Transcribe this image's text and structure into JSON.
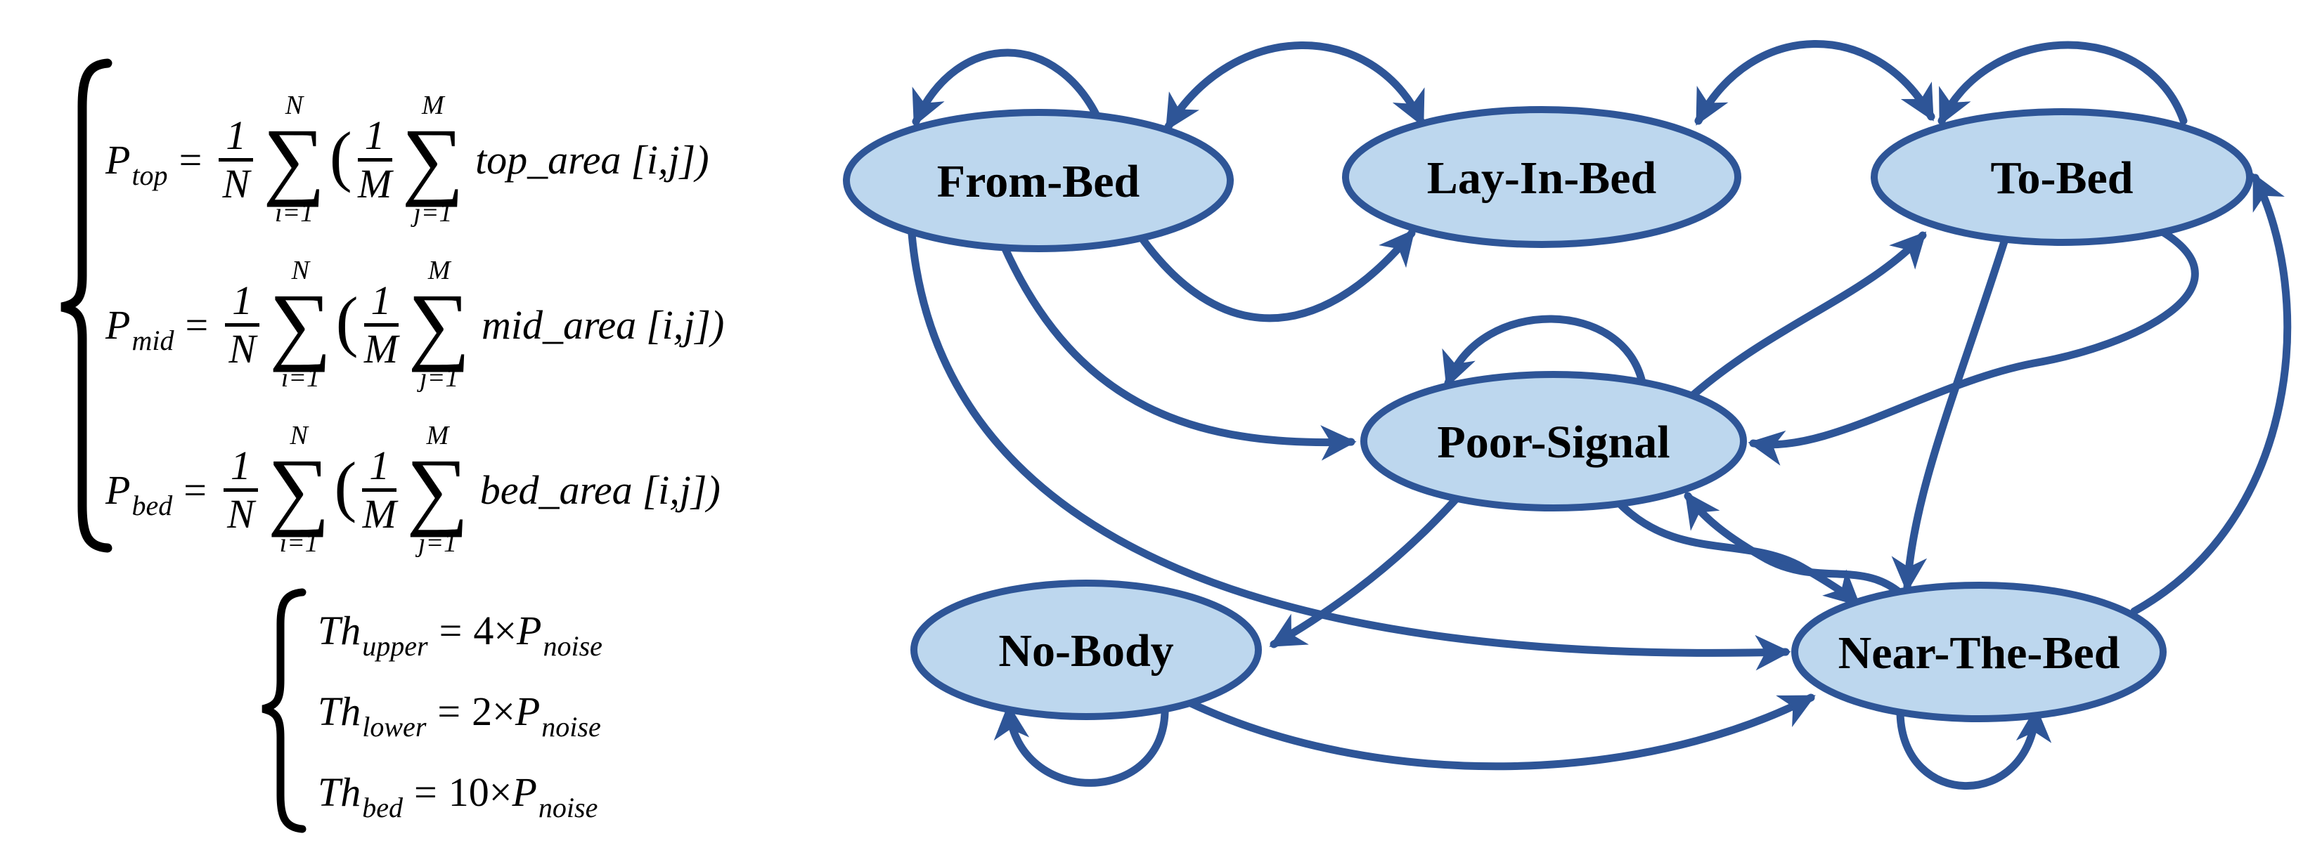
{
  "figure": {
    "formulas": {
      "sum_symbol": "∑",
      "p_equations": [
        {
          "var": "P",
          "var_sub": "top",
          "equals": "=",
          "outer_num": "1",
          "outer_den": "N",
          "outer_sum_top": "N",
          "outer_sum_bottom": "i=1",
          "open_paren": "(",
          "inner_num": "1",
          "inner_den": "M",
          "inner_sum_top": "M",
          "inner_sum_bottom": "j=1",
          "term": "top_area",
          "close": "[i,j])"
        },
        {
          "var": "P",
          "var_sub": "mid",
          "equals": "=",
          "outer_num": "1",
          "outer_den": "N",
          "outer_sum_top": "N",
          "outer_sum_bottom": "i=1",
          "open_paren": "(",
          "inner_num": "1",
          "inner_den": "M",
          "inner_sum_top": "M",
          "inner_sum_bottom": "j=1",
          "term": "mid_area",
          "close": "[i,j])"
        },
        {
          "var": "P",
          "var_sub": "bed",
          "equals": "=",
          "outer_num": "1",
          "outer_den": "N",
          "outer_sum_top": "N",
          "outer_sum_bottom": "i=1",
          "open_paren": "(",
          "inner_num": "1",
          "inner_den": "M",
          "inner_sum_top": "M",
          "inner_sum_bottom": "j=1",
          "term": "bed_area",
          "close": "[i,j])"
        }
      ],
      "th_equations": [
        {
          "var": "Th",
          "var_sub": "upper",
          "equals": "=",
          "coefficient": "4",
          "times": "×",
          "p_var": "P",
          "p_sub": "noise"
        },
        {
          "var": "Th",
          "var_sub": "lower",
          "equals": "=",
          "coefficient": "2",
          "times": "×",
          "p_var": "P",
          "p_sub": "noise"
        },
        {
          "var": "Th",
          "var_sub": "bed",
          "equals": "=",
          "coefficient": "10",
          "times": "×",
          "p_var": "P",
          "p_sub": "noise"
        }
      ]
    },
    "state_diagram": {
      "nodes": [
        {
          "id": "from-bed",
          "label": "From-Bed"
        },
        {
          "id": "lay-in-bed",
          "label": "Lay-In-Bed"
        },
        {
          "id": "to-bed",
          "label": "To-Bed"
        },
        {
          "id": "poor-signal",
          "label": "Poor-Signal"
        },
        {
          "id": "no-body",
          "label": "No-Body"
        },
        {
          "id": "near-the-bed",
          "label": "Near-The-Bed"
        }
      ],
      "edges": [
        {
          "from": "from-bed",
          "to": "from-bed",
          "type": "self-loop"
        },
        {
          "from": "from-bed",
          "to": "lay-in-bed",
          "type": "bidirectional",
          "route": "top"
        },
        {
          "from": "lay-in-bed",
          "to": "to-bed",
          "type": "bidirectional",
          "route": "top"
        },
        {
          "from": "to-bed",
          "to": "to-bed",
          "type": "self-loop"
        },
        {
          "from": "from-bed",
          "to": "lay-in-bed",
          "type": "directed",
          "route": "lower"
        },
        {
          "from": "from-bed",
          "to": "poor-signal",
          "type": "directed"
        },
        {
          "from": "from-bed",
          "to": "near-the-bed",
          "type": "directed"
        },
        {
          "from": "poor-signal",
          "to": "poor-signal",
          "type": "self-loop"
        },
        {
          "from": "poor-signal",
          "to": "to-bed",
          "type": "directed"
        },
        {
          "from": "to-bed",
          "to": "poor-signal",
          "type": "directed"
        },
        {
          "from": "poor-signal",
          "to": "no-body",
          "type": "directed"
        },
        {
          "from": "poor-signal",
          "to": "near-the-bed",
          "type": "directed"
        },
        {
          "from": "near-the-bed",
          "to": "poor-signal",
          "type": "directed"
        },
        {
          "from": "to-bed",
          "to": "near-the-bed",
          "type": "directed"
        },
        {
          "from": "near-the-bed",
          "to": "to-bed",
          "type": "directed",
          "route": "right"
        },
        {
          "from": "no-body",
          "to": "no-body",
          "type": "self-loop"
        },
        {
          "from": "no-body",
          "to": "near-the-bed",
          "type": "directed"
        },
        {
          "from": "near-the-bed",
          "to": "near-the-bed",
          "type": "self-loop"
        }
      ],
      "colors": {
        "node_fill": "#bdd7ee",
        "line": "#2e5597",
        "label_text": "#000000"
      }
    }
  }
}
